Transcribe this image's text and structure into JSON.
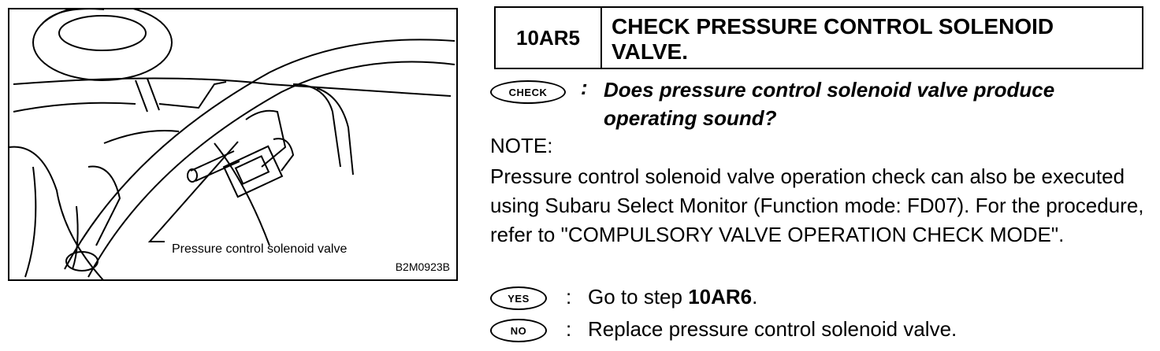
{
  "figure": {
    "callout_label": "Pressure control solenoid valve",
    "figure_code": "B2M0923B"
  },
  "step": {
    "id": "10AR5",
    "title": "CHECK PRESSURE CONTROL SOLENOID VALVE."
  },
  "check": {
    "badge": "CHECK",
    "question": "Does pressure control solenoid valve produce operating sound?"
  },
  "note": {
    "label": "NOTE:",
    "text": "Pressure control solenoid valve operation check can also be executed using Subaru Select Monitor (Function mode: FD07). For the procedure, refer to \"COMPULSORY VALVE OPERATION CHECK MODE\"."
  },
  "yes": {
    "badge": "YES",
    "text_prefix": "Go to step ",
    "target_step": "10AR6",
    "text_suffix": "."
  },
  "no": {
    "badge": "NO",
    "text": "Replace pressure control solenoid valve."
  }
}
